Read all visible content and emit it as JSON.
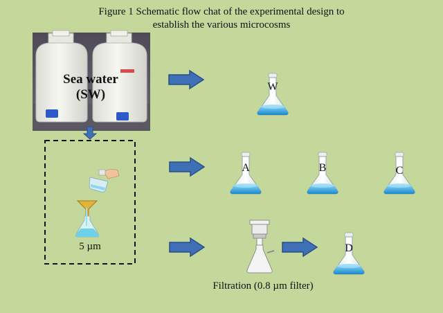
{
  "figure": {
    "title_line1": "Figure 1 Schematic flow chat of the experimental design to",
    "title_line2": "establish the various microcosms"
  },
  "photo": {
    "label_line1": "Sea water",
    "label_line2": "(SW)"
  },
  "flasks": {
    "w": "W",
    "a": "A",
    "b": "B",
    "c": "C",
    "d": "D"
  },
  "prefilter": {
    "pore_label": "5 µm"
  },
  "filtration": {
    "label": "Filtration (0.8 µm filter)"
  },
  "colors": {
    "background": "#c4d89b",
    "arrow_fill": "#3f6fb5",
    "arrow_stroke": "#2a4f8a",
    "liquid": "#2f9fd8"
  }
}
